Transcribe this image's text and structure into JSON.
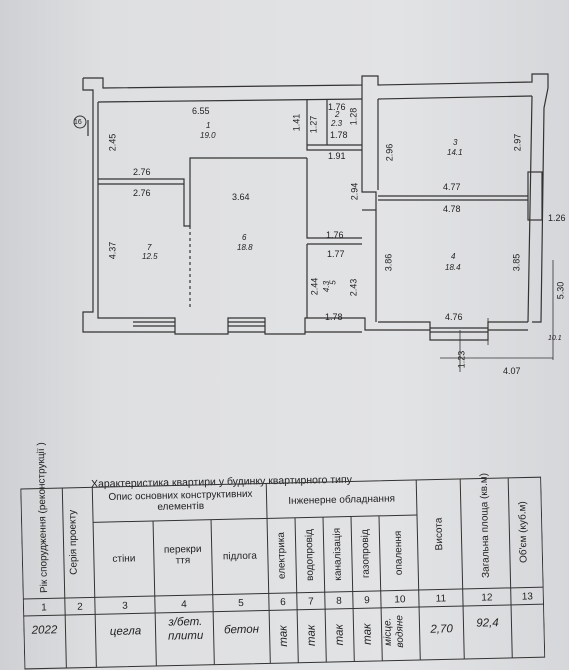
{
  "plan": {
    "axis_marker": "16",
    "dims": {
      "d655": "6.55",
      "d141": "1.41",
      "d176a": "1.76",
      "d127": "1.27",
      "d178a": "1.78",
      "d191": "1.91",
      "d128": "1.28",
      "d296": "2.96",
      "d297": "2.97",
      "d245": "2.45",
      "d276a": "2.76",
      "d276b": "2.76",
      "d364": "3.64",
      "d294": "2.94",
      "d477": "4.77",
      "d478": "4.78",
      "d126": "1.26",
      "d437": "4.37",
      "d176b": "1.76",
      "d177": "1.77",
      "d386": "3.86",
      "d385": "3.85",
      "d244": "2.44",
      "d243": "2.43",
      "d530": "5.30",
      "d178b": "1.78",
      "d476": "4.76",
      "d123": "1.23",
      "d407": "4.07",
      "d101": "10.1"
    },
    "rooms": [
      {
        "no": "1",
        "area": "19.0"
      },
      {
        "no": "2",
        "area": "2.3"
      },
      {
        "no": "3",
        "area": "14.1"
      },
      {
        "no": "4",
        "area": "18.4"
      },
      {
        "no": "5",
        "area": "4.3"
      },
      {
        "no": "6",
        "area": "18.8"
      },
      {
        "no": "7",
        "area": "12.5"
      }
    ]
  },
  "table": {
    "title": "Характеристика квартири у будинку квартирного типу",
    "headers": {
      "year": "Рік спорудження (реконструкції )",
      "series": "Серія проекту",
      "structural": "Опис основних конструктивних елементів",
      "walls": "стіни",
      "floors_slab": "перекри ття",
      "floor": "підлога",
      "engineering": "Інженерне обладнання",
      "electricity": "електрика",
      "water": "водопровід",
      "sewer": "каналізація",
      "gas": "газопровід",
      "heating": "опалення",
      "height": "Висота",
      "total_area": "Загальна площа (кв.м)",
      "volume": "Об'єм (куб.м)"
    },
    "col_numbers": [
      "1",
      "2",
      "3",
      "4",
      "5",
      "6",
      "7",
      "8",
      "9",
      "10",
      "11",
      "12",
      "13"
    ],
    "values": {
      "year": "2022",
      "walls": "цегла",
      "slab": "з/бет. плити",
      "floor": "бетон",
      "electricity": "так",
      "water": "так",
      "sewer": "так",
      "gas": "так",
      "heating": "місце. водяне",
      "height": "2,70",
      "area": "92,4"
    }
  }
}
